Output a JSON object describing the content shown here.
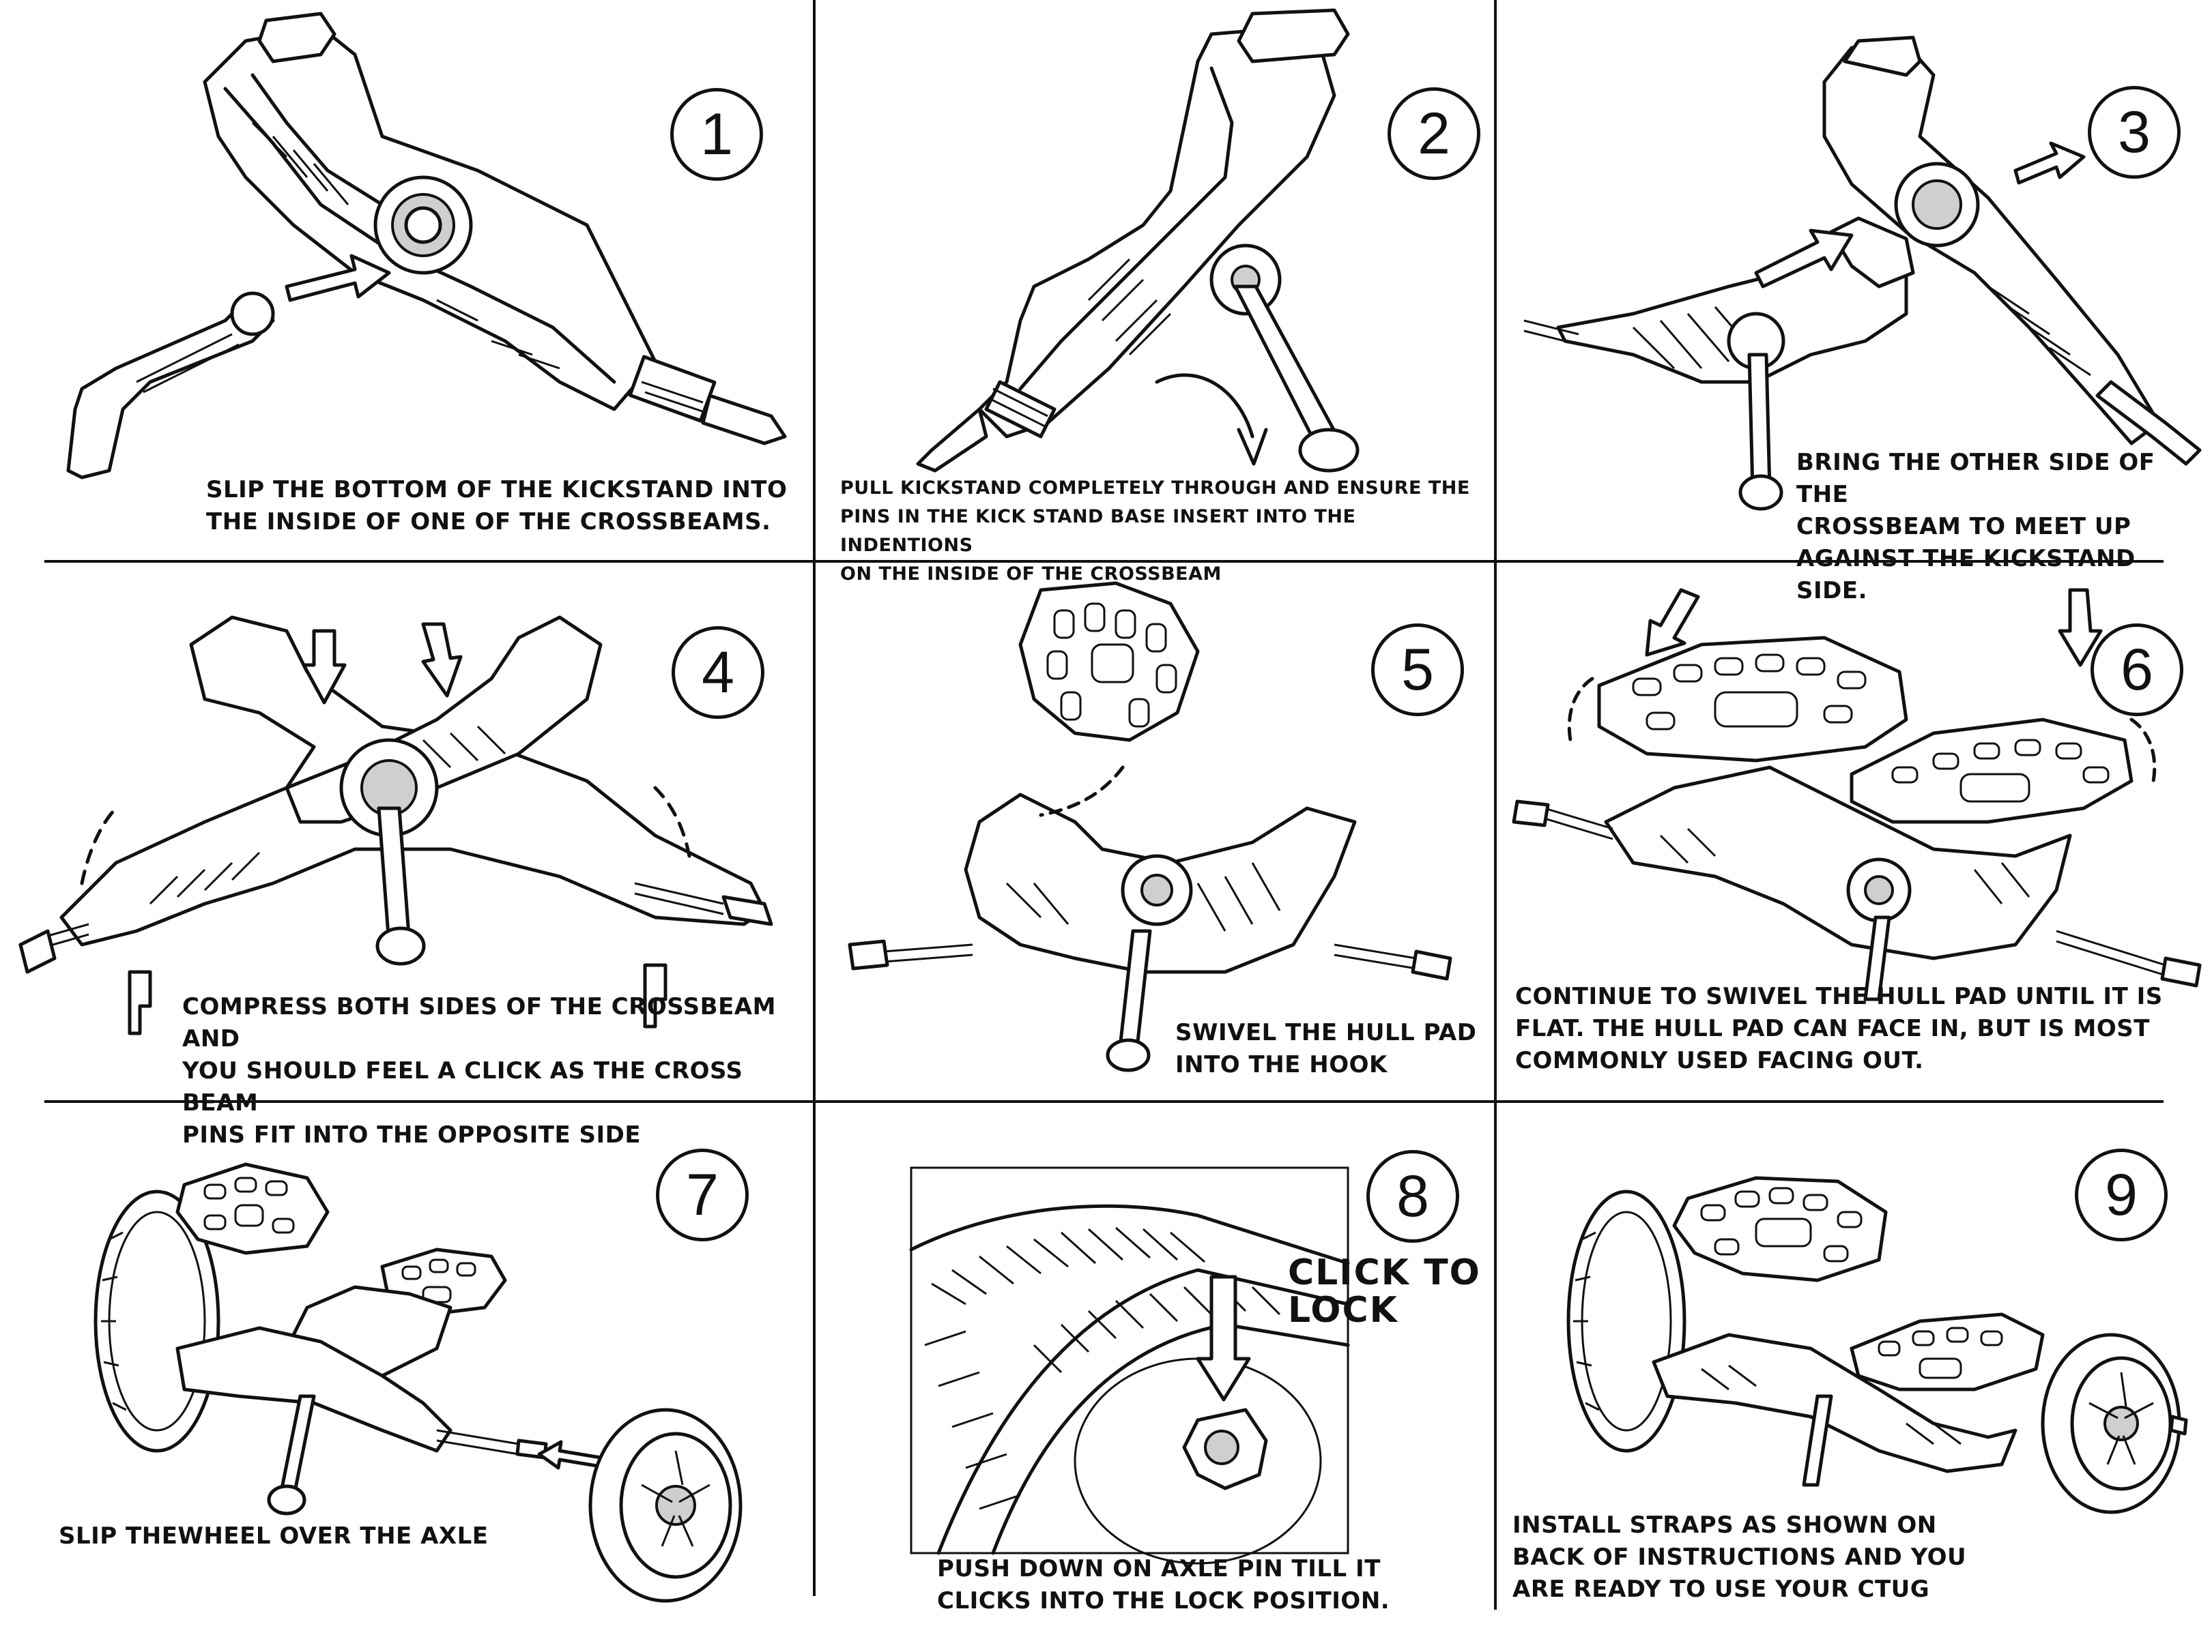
{
  "steps": [
    {
      "number": "1",
      "caption_lines": [
        "SLIP THE BOTTOM OF THE KICKSTAND INTO",
        "THE INSIDE OF ONE OF THE CROSSBEAMS."
      ]
    },
    {
      "number": "2",
      "caption_lines": [
        "PULL KICKSTAND COMPLETELY THROUGH AND ENSURE THE",
        "PINS IN THE KICK STAND BASE INSERT INTO THE INDENTIONS",
        "ON THE INSIDE OF THE CROSSBEAM"
      ]
    },
    {
      "number": "3",
      "caption_lines": [
        "BRING THE OTHER SIDE OF THE",
        "CROSSBEAM TO MEET UP",
        "AGAINST THE KICKSTAND SIDE."
      ]
    },
    {
      "number": "4",
      "caption_lines": [
        "COMPRESS BOTH SIDES OF THE CROSSBEAM AND",
        "YOU SHOULD FEEL A CLICK AS THE CROSS BEAM",
        "PINS FIT INTO THE OPPOSITE SIDE"
      ]
    },
    {
      "number": "5",
      "caption_lines": [
        "SWIVEL THE HULL PAD",
        "INTO THE HOOK"
      ]
    },
    {
      "number": "6",
      "caption_lines": [
        "CONTINUE TO SWIVEL THE HULL PAD UNTIL IT IS",
        "FLAT. THE HULL PAD CAN FACE IN, BUT IS MOST",
        "COMMONLY USED FACING OUT."
      ]
    },
    {
      "number": "7",
      "caption_lines": [
        "SLIP THEWHEEL OVER THE AXLE"
      ]
    },
    {
      "number": "8",
      "caption_lines": [
        "PUSH DOWN ON AXLE PIN TILL IT",
        "CLICKS INTO THE LOCK POSITION."
      ],
      "callout_lines": [
        "CLICK TO",
        "LOCK"
      ]
    },
    {
      "number": "9",
      "caption_lines": [
        "INSTALL STRAPS AS SHOWN ON",
        "BACK OF INSTRUCTIONS AND YOU",
        "ARE READY TO USE YOUR CTUG"
      ]
    }
  ]
}
